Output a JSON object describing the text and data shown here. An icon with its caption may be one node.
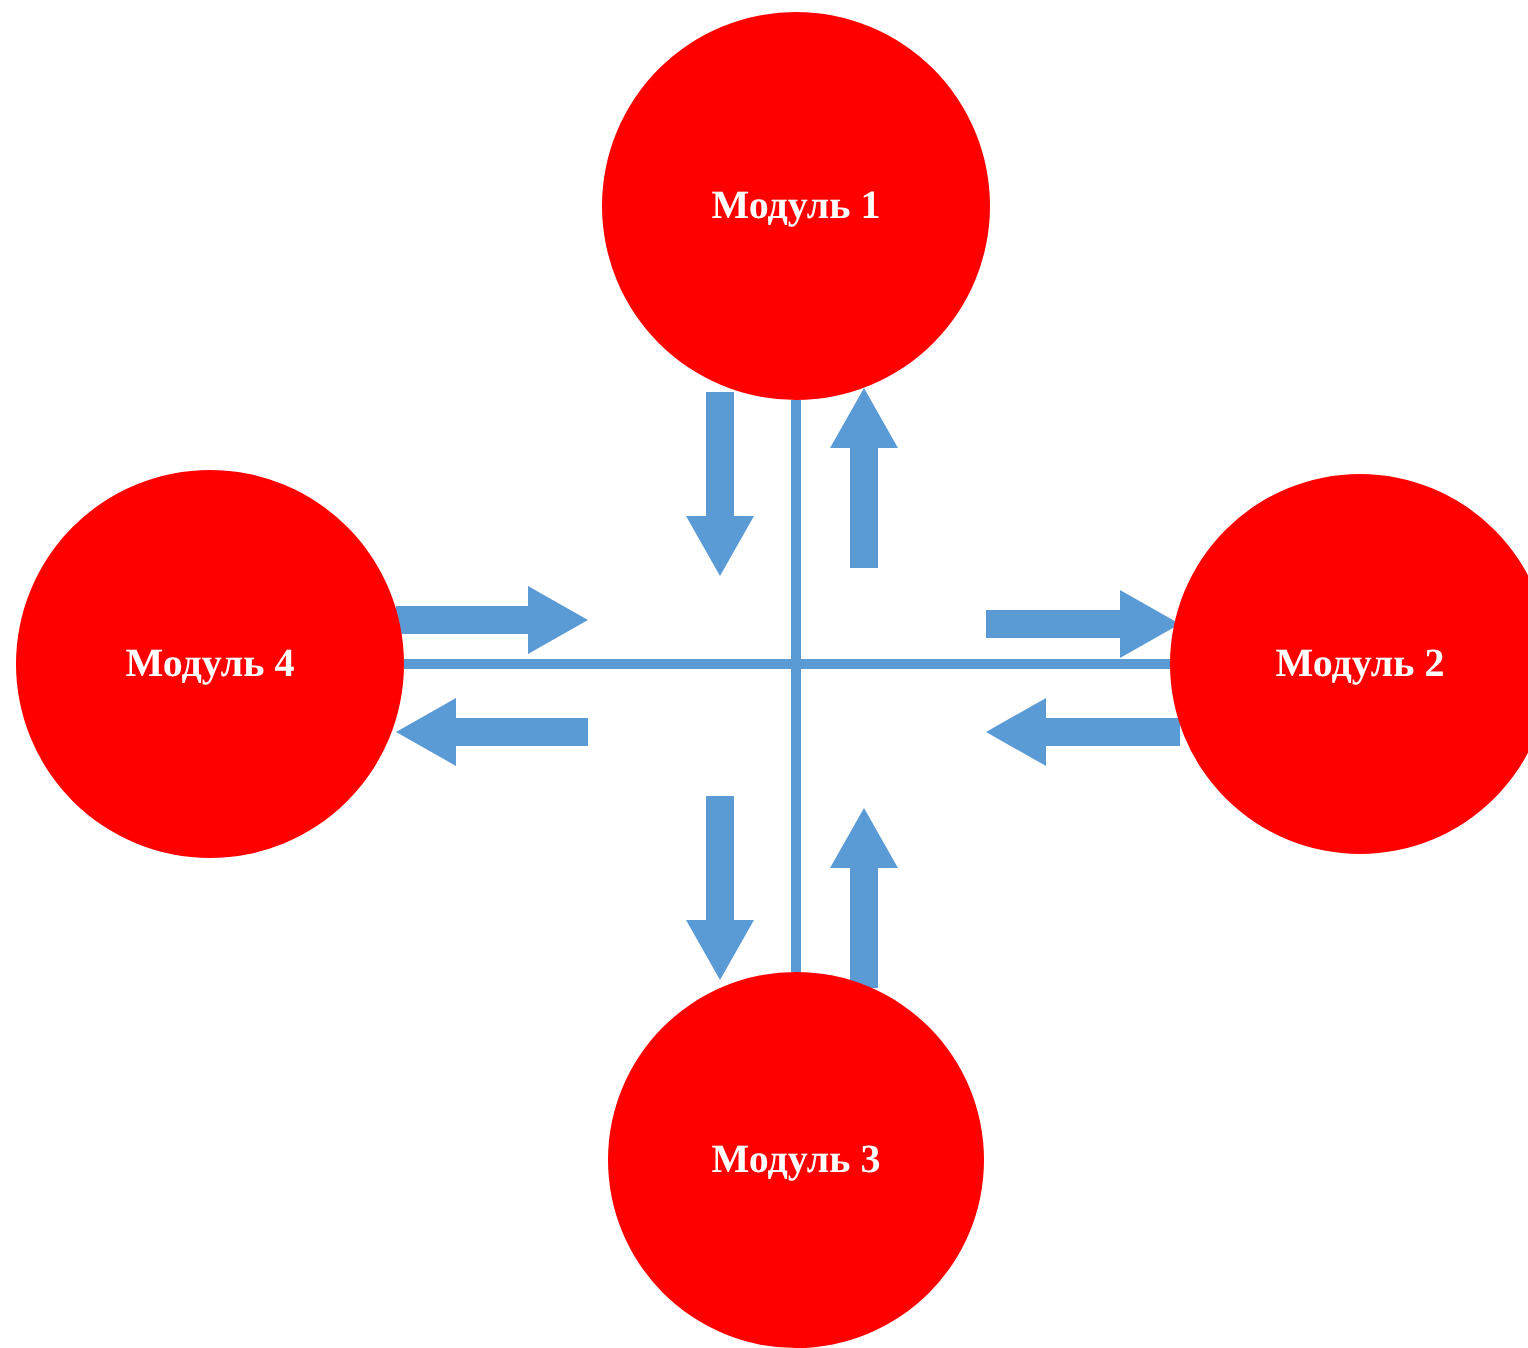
{
  "diagram": {
    "nodes": [
      {
        "text": [
          "Модуль 1"
        ]
      },
      {
        "text": [
          "Модуль 2"
        ]
      },
      {
        "text": [
          "Модуль 3"
        ]
      },
      {
        "text": [
          "Модуль 4"
        ]
      }
    ],
    "edges": [
      {
        "from": 0,
        "to": 2,
        "arrow": "none"
      },
      {
        "from": 3,
        "to": 1,
        "arrow": "none"
      },
      {
        "from": 0,
        "to": null,
        "arrow": "to"
      },
      {
        "from": null,
        "to": 0,
        "arrow": "to"
      },
      {
        "from": null,
        "to": 1,
        "arrow": "to"
      },
      {
        "from": 1,
        "to": null,
        "arrow": "to"
      },
      {
        "from": null,
        "to": 2,
        "arrow": "to"
      },
      {
        "from": 2,
        "to": null,
        "arrow": "to"
      },
      {
        "from": 3,
        "to": null,
        "arrow": "to"
      },
      {
        "from": null,
        "to": 3,
        "arrow": "to"
      }
    ]
  }
}
